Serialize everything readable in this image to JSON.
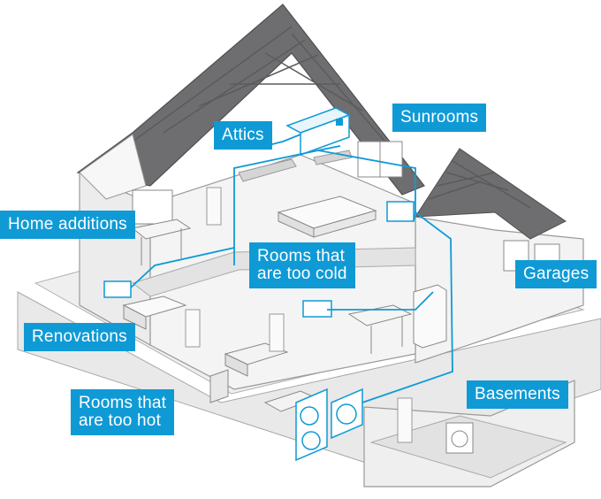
{
  "labels": {
    "attics": "Attics",
    "sunrooms": "Sunrooms",
    "home_additions": "Home additions",
    "rooms_too_cold": "Rooms that\nare too cold",
    "garages": "Garages",
    "renovations": "Renovations",
    "rooms_too_hot": "Rooms that\nare too hot",
    "basements": "Basements"
  },
  "colors": {
    "accent": "#0f9ad6",
    "roof": "#6e6e70",
    "wall": "#d9d9d9",
    "floor": "#e6e6e6",
    "line": "#9a9a9a"
  }
}
